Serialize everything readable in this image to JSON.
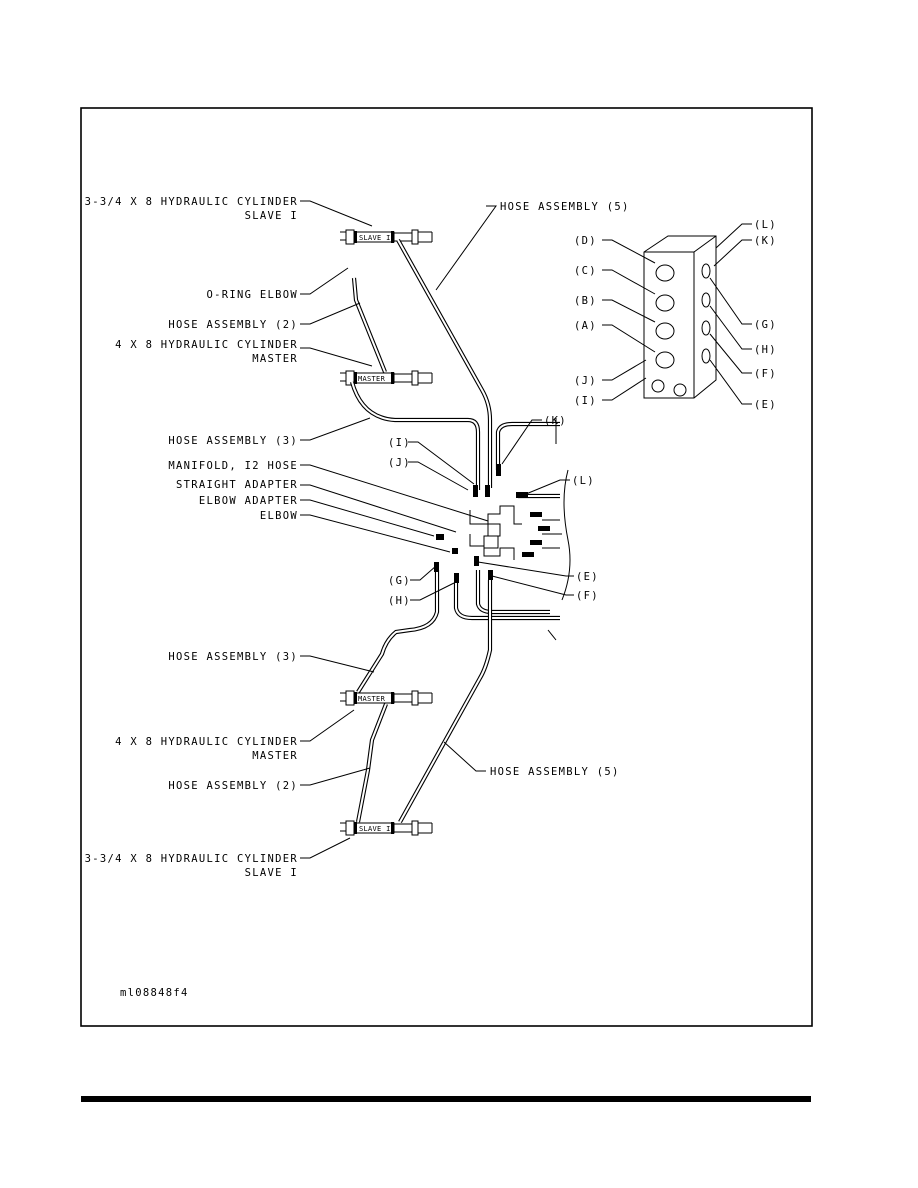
{
  "figure_id": "ml08848f4",
  "callouts_left": {
    "slave_top": [
      "3-3/4 X 8 HYDRAULIC CYLINDER",
      "SLAVE I"
    ],
    "oring_elbow": "O-RING ELBOW",
    "hose2_top": "HOSE ASSEMBLY (2)",
    "master_top": [
      "4 X 8 HYDRAULIC CYLINDER",
      "MASTER"
    ],
    "hose3_top": "HOSE ASSEMBLY (3)",
    "manifold": "MANIFOLD, I2 HOSE",
    "straight_adapter": "STRAIGHT ADAPTER",
    "elbow_adapter": "ELBOW ADAPTER",
    "elbow": "ELBOW",
    "hose3_bottom": "HOSE ASSEMBLY (3)",
    "master_bottom": [
      "4 X 8 HYDRAULIC CYLINDER",
      "MASTER"
    ],
    "hose2_bottom": "HOSE ASSEMBLY (2)",
    "slave_bottom": [
      "3-3/4 X 8 HYDRAULIC CYLINDER",
      "SLAVE I"
    ]
  },
  "callouts_right": {
    "hose5_top": "HOSE ASSEMBLY (5)",
    "hose5_bottom": "HOSE ASSEMBLY (5)"
  },
  "cylinder_labels": {
    "slave": "SLAVE I",
    "master": "MASTER"
  },
  "port_letters": {
    "I": "(I)",
    "J": "(J)",
    "K": "(K)",
    "L": "(L)",
    "G": "(G)",
    "H": "(H)",
    "E": "(E)",
    "F": "(F)"
  },
  "manifold_detail": {
    "left_ports": [
      "(D)",
      "(C)",
      "(B)",
      "(A)",
      "(J)",
      "(I)"
    ],
    "right_ports": [
      "(L)",
      "(K)",
      "(G)",
      "(H)",
      "(F)",
      "(E)"
    ]
  }
}
